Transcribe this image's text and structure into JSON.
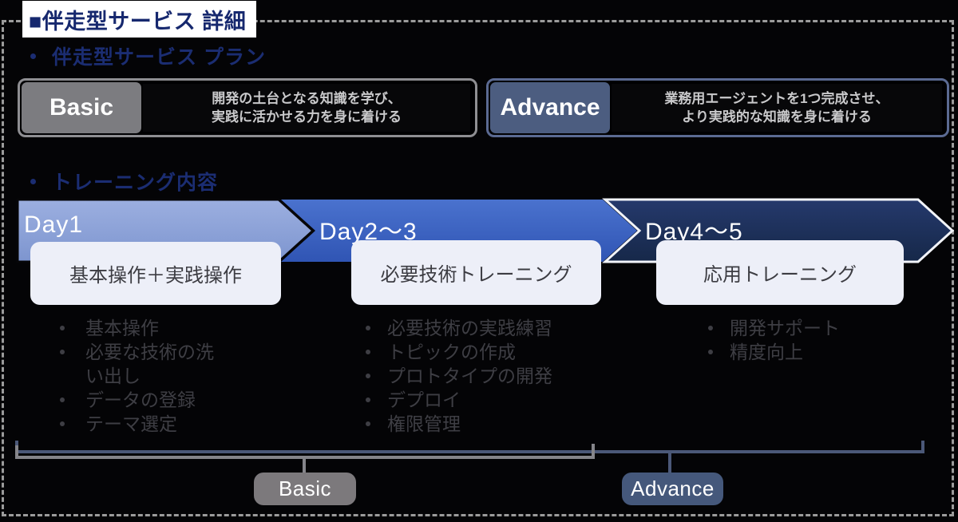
{
  "slide": {
    "title": "■伴走型サービス 詳細",
    "plan_section": {
      "heading": "伴走型サービス プラン",
      "plans": [
        {
          "name": "Basic",
          "desc_line1": "開発の土台となる知識を学び、",
          "desc_line2": "実践に活かせる力を身に着ける"
        },
        {
          "name": "Advance",
          "desc_line1": "業務用エージェントを1つ完成させ、",
          "desc_line2": "より実践的な知識を身に着ける"
        }
      ]
    },
    "training_section": {
      "heading": "トレーニング内容",
      "phases": [
        {
          "day": "Day1",
          "card": "基本操作＋実践操作",
          "bullets": [
            "基本操作",
            "必要な技術の洗い出し",
            "データの登録",
            "テーマ選定"
          ]
        },
        {
          "day": "Day2～3",
          "card": "必要技術トレーニング",
          "bullets": [
            "必要技術の実践練習",
            "トピックの作成",
            "プロトタイプの開発",
            "デプロイ",
            "権限管理"
          ]
        },
        {
          "day": "Day4～5",
          "card": "応用トレーニング",
          "bullets": [
            "開発サポート",
            "精度向上"
          ]
        }
      ]
    },
    "coverage": {
      "basic": "Basic",
      "advance": "Advance"
    }
  },
  "colors": {
    "background": "#040406",
    "title_text_navy": "#16286e",
    "heading_text_navy": "#1b2d72",
    "chevron_day1": "#8ba3d9",
    "chevron_day2_3": "#3a66c5",
    "chevron_day4_5": "#1d3060",
    "basic_label_bg": "#7c7c80",
    "advance_label_bg": "#4c5d80",
    "card_bg": "#edeff8",
    "bullet_text": "#3e3e44",
    "plan_desc_text": "#c9c9cb",
    "basic_bracket": "#85858a",
    "advance_bracket": "#4b5878"
  }
}
